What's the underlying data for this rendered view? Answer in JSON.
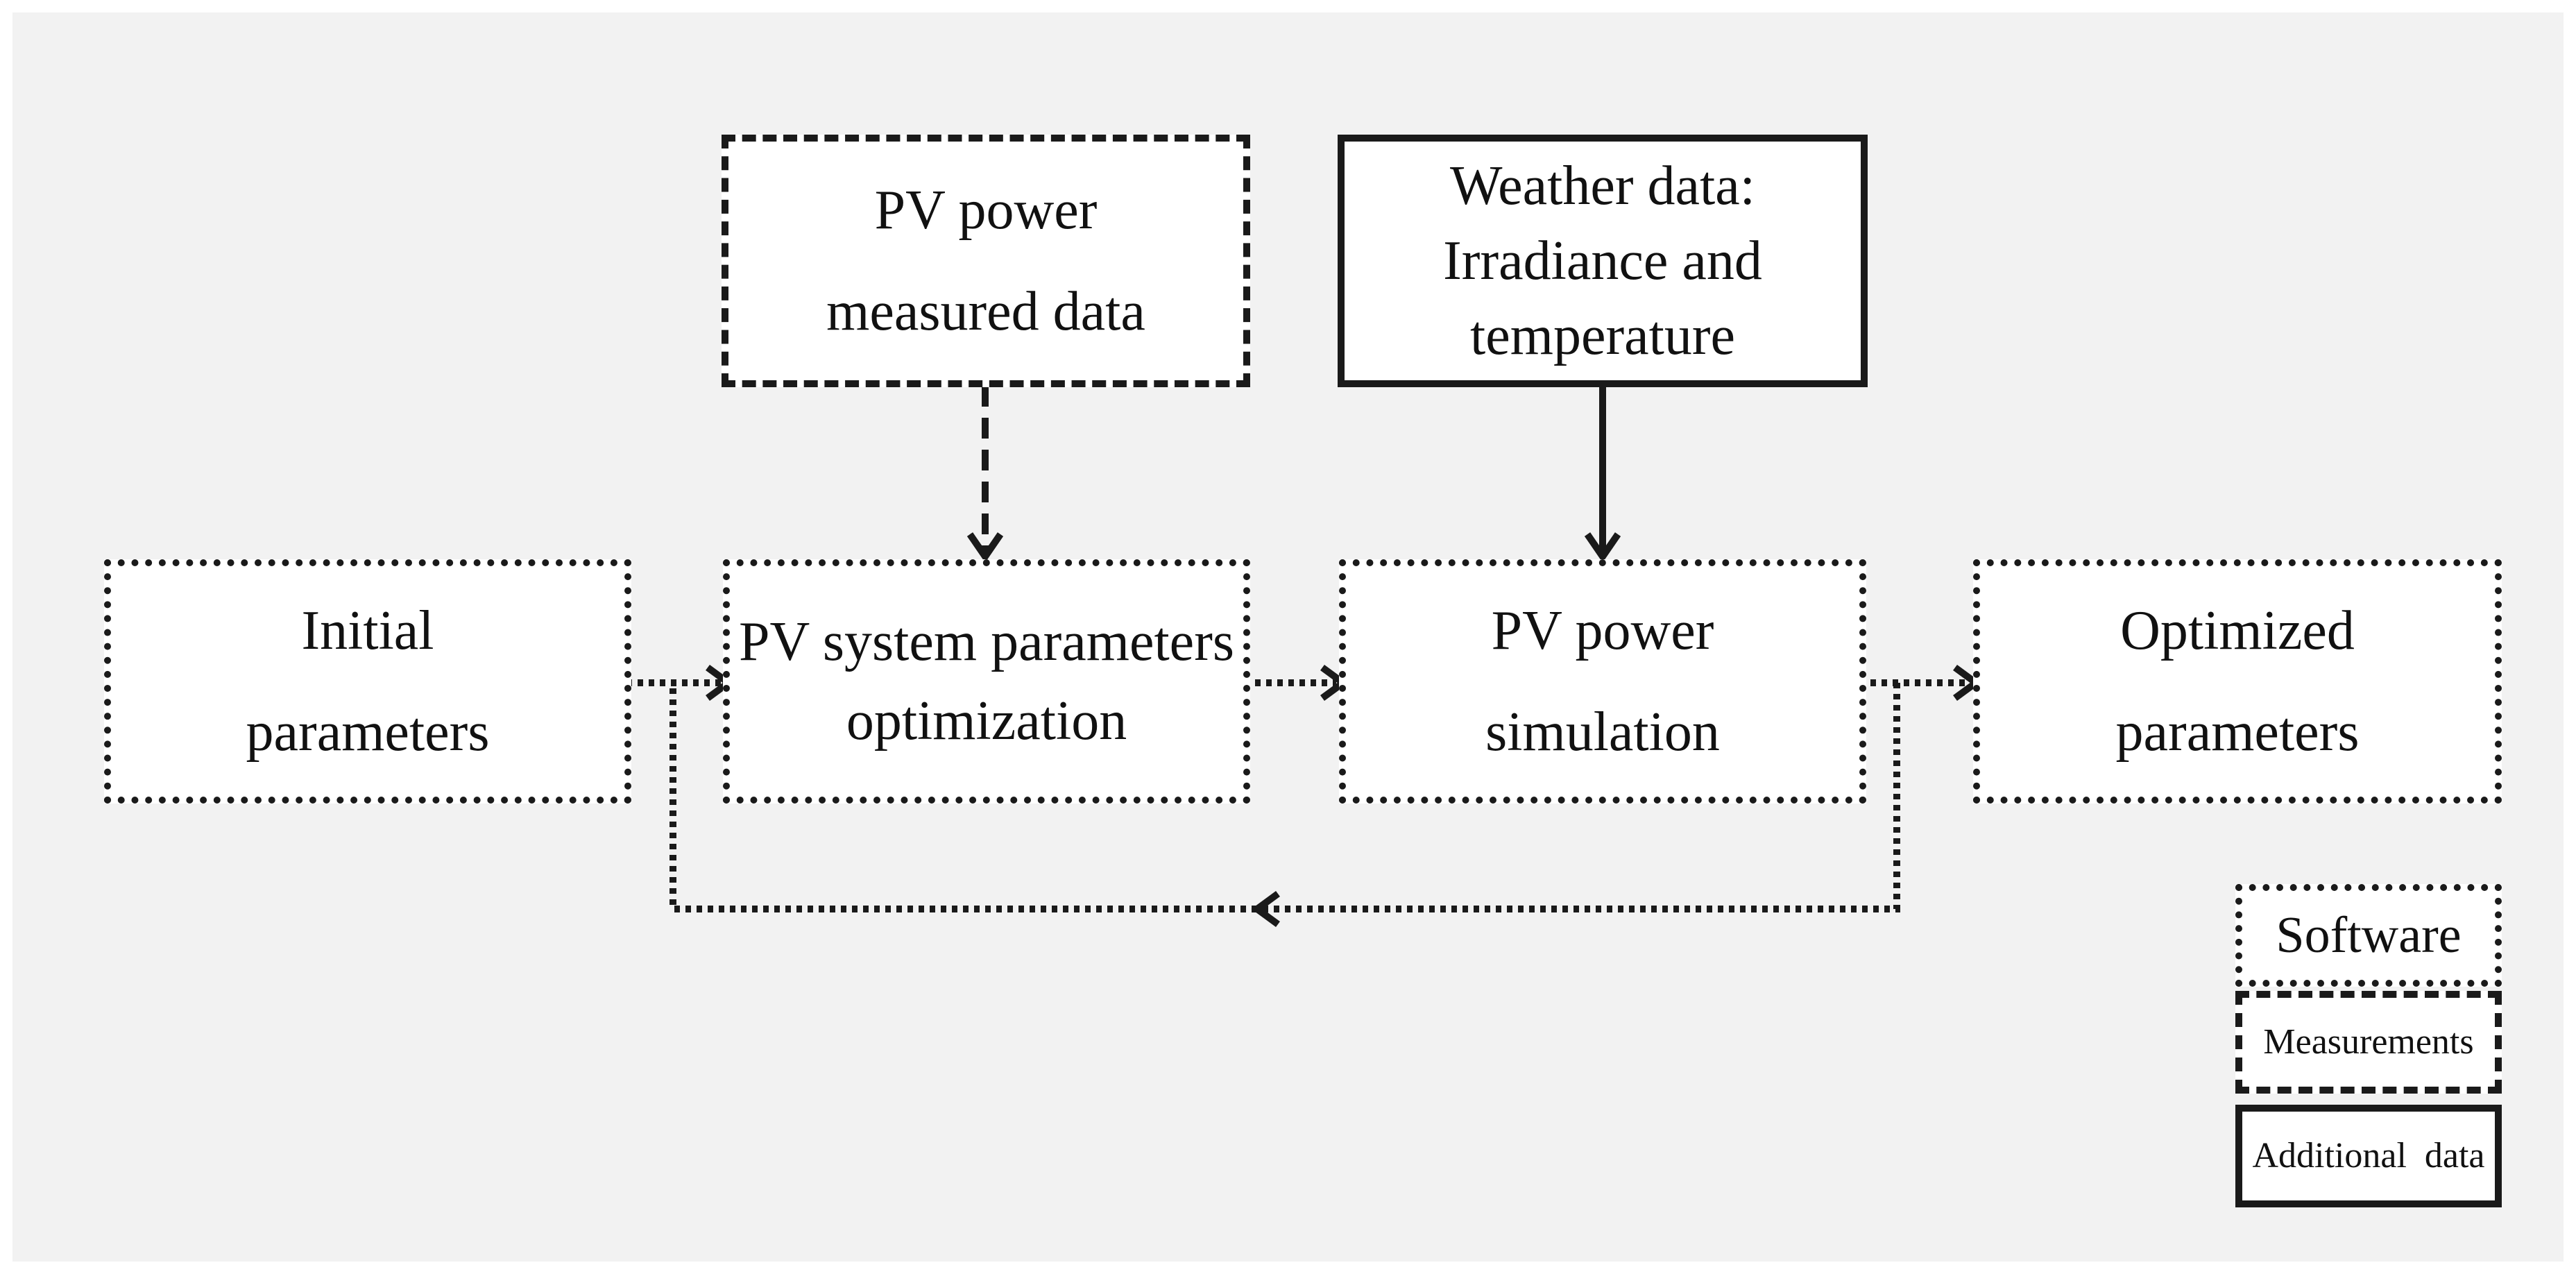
{
  "boxes": {
    "pv_measured": {
      "line1": "PV power",
      "line2": "measured data"
    },
    "weather": {
      "line1": "Weather data:",
      "line2": "Irradiance and",
      "line3": "temperature"
    },
    "initial": {
      "line1": "Initial",
      "line2": "parameters"
    },
    "optimization": {
      "line1": "PV system parameters",
      "line2": "optimization"
    },
    "simulation": {
      "line1": "PV power",
      "line2": "simulation"
    },
    "optimized": {
      "line1": "Optimized",
      "line2": "parameters"
    }
  },
  "legend": {
    "software": "Software",
    "measurements": "Measurements",
    "additional": "Additional  data"
  }
}
